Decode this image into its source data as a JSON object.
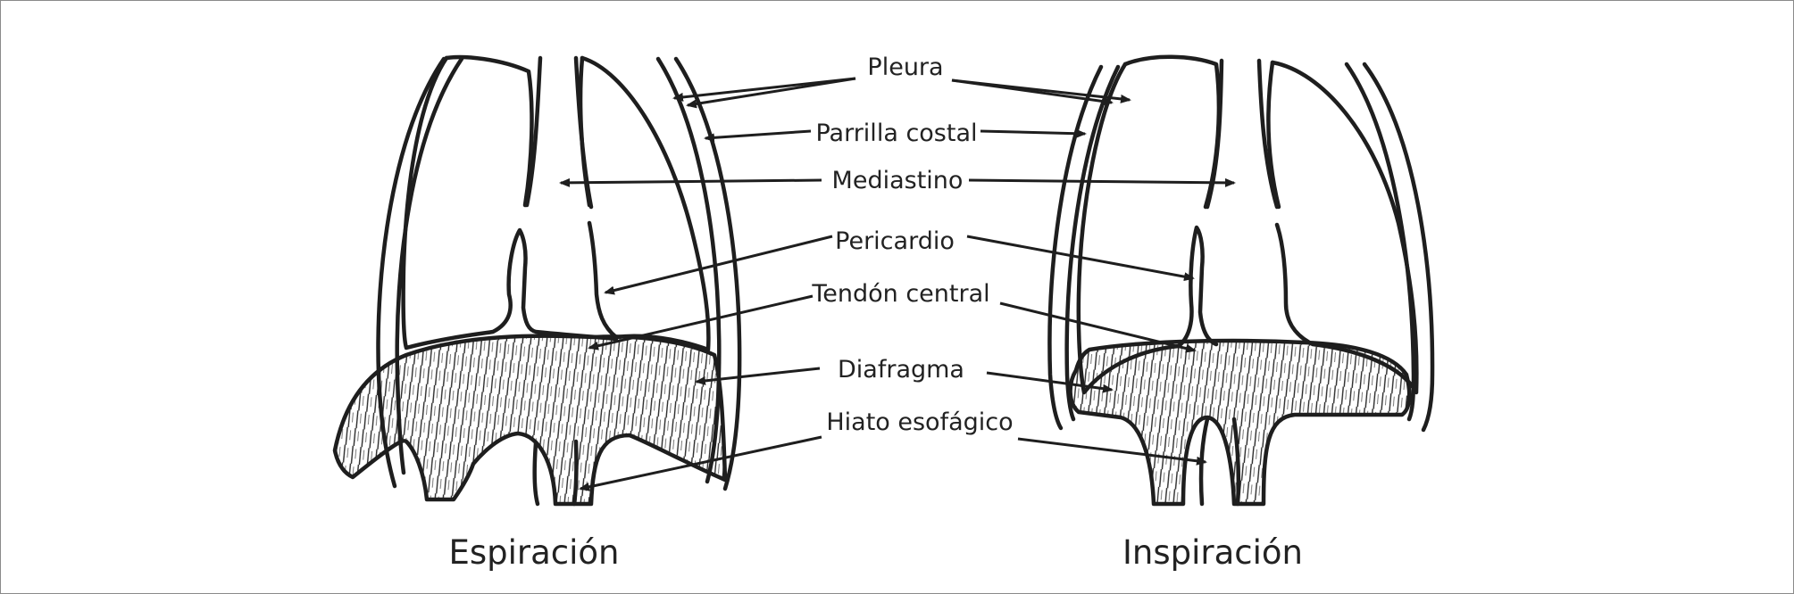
{
  "labels": {
    "pleura": "Pleura",
    "parrilla_costal": "Parrilla costal",
    "mediastino": "Mediastino",
    "pericardio": "Pericardio",
    "tendon_central": "Tendón central",
    "diafragma": "Diafragma",
    "hiato_esofagico": "Hiato esofágico"
  },
  "captions": {
    "expiration": "Espiración",
    "inspiration": "Inspiración"
  },
  "colors": {
    "line": "#1e1e1e",
    "text": "#222222",
    "border": "#8a8a8a",
    "background": "#ffffff"
  }
}
